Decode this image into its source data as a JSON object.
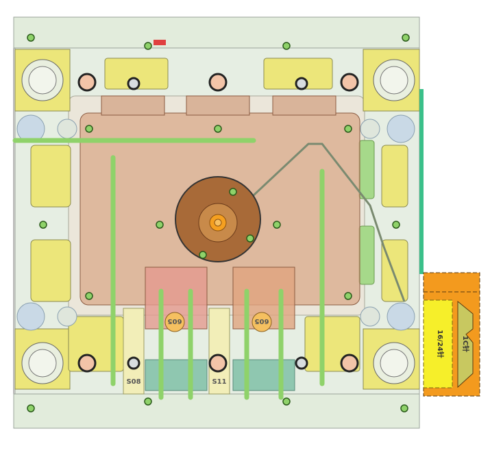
{
  "drawing": {
    "labels": {
      "slot_left": "S08",
      "slot_right": "S11",
      "insert_left": "605",
      "insert_right": "605",
      "connector_main": "16/24针",
      "connector_side": "1C针"
    },
    "colors": {
      "background": "#ffffff",
      "plate": "#e6eee3",
      "plate_edge": "#9aa39a",
      "yellow_block": "#ece67a",
      "cavity": "#d9a98a",
      "core": "#a86a38",
      "pin": "#8fd26a",
      "screw": "#f3c4a8",
      "connector_orange": "#f39a1e",
      "connector_yellow": "#f6ef2a",
      "cooling_blue": "#b9cfe0"
    }
  }
}
